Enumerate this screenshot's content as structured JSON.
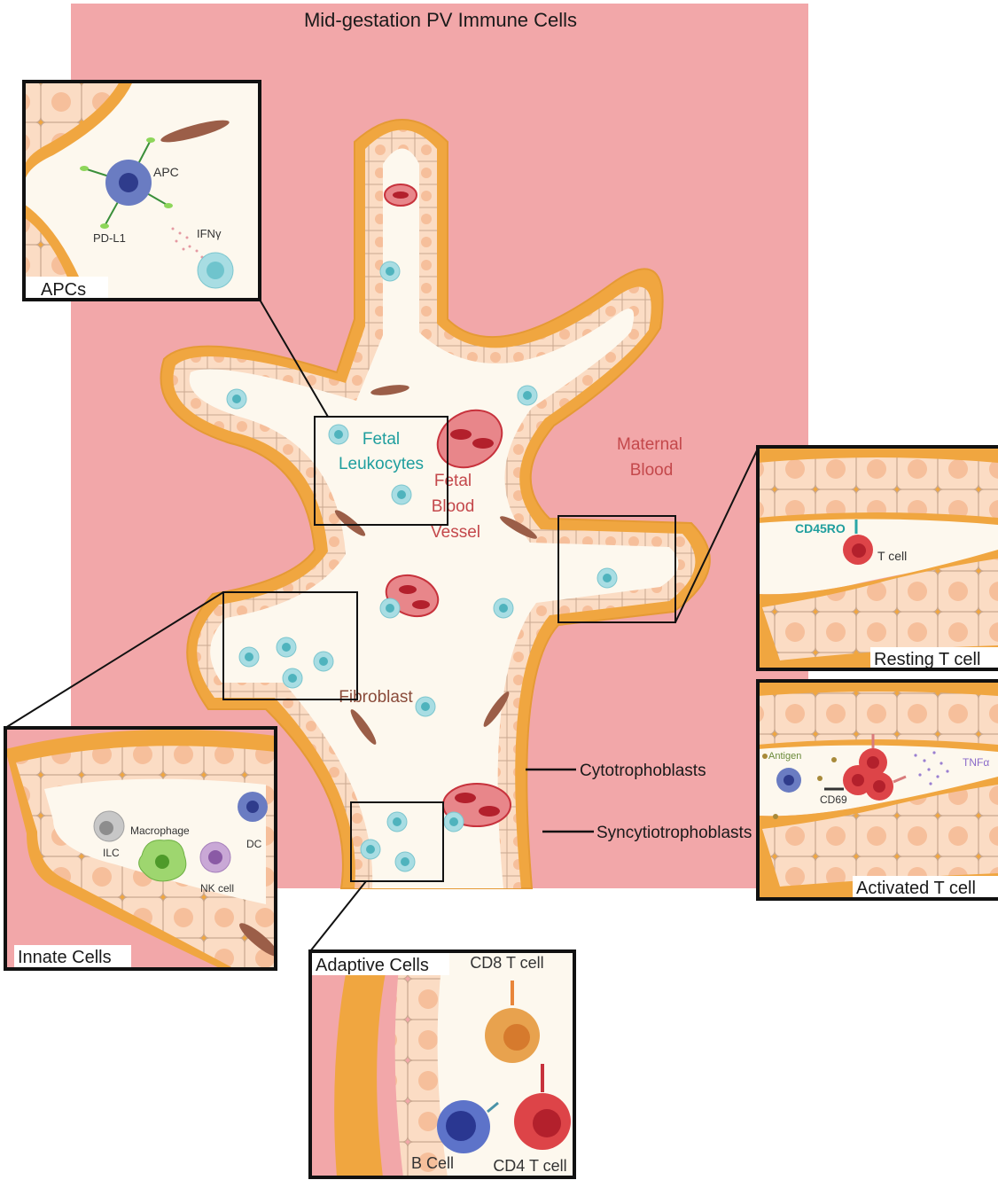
{
  "title": "Mid-gestation PV Immune Cells",
  "main_labels": {
    "fetal_leukocytes_line1": "Fetal",
    "fetal_leukocytes_line2": "Leukocytes",
    "fetal_vessel_line1": "Fetal",
    "fetal_vessel_line2": "Blood",
    "fetal_vessel_line3": "Vessel",
    "maternal_line1": "Maternal",
    "maternal_line2": "Blood",
    "fibroblast": "Fibroblast",
    "cytotrophoblasts": "Cytotrophoblasts",
    "syncytiotrophoblasts": "Syncytiotrophoblasts"
  },
  "insets": {
    "apcs": {
      "caption": "APCs",
      "apc": "APC",
      "pdl1": "PD-L1",
      "ifng": "IFNγ"
    },
    "innate": {
      "caption": "Innate Cells",
      "ilc": "ILC",
      "macrophage": "Macrophage",
      "dc": "DC",
      "nk": "NK cell"
    },
    "adaptive": {
      "caption": "Adaptive Cells",
      "cd8": "CD8 T cell",
      "bcell": "B Cell",
      "cd4": "CD4 T cell"
    },
    "resting": {
      "caption": "Resting T cell",
      "cd45ro": "CD45RO",
      "tcell": "T cell"
    },
    "activated": {
      "caption": "Activated T cell",
      "antigen": "Antigen",
      "cd69": "CD69",
      "tnfa": "TNFα"
    }
  },
  "colors": {
    "maternal_pink": "#f2a7a9",
    "villus_cream": "#fdf8ee",
    "trophoblast_orange": "#f0a640",
    "trophoblast_cell": "#fbd9c2",
    "leukocyte_teal": "#a8dde3",
    "rbc_red": "#c7323c",
    "tcell_red": "#dd4448",
    "apc_blue": "#6a7cc2"
  }
}
